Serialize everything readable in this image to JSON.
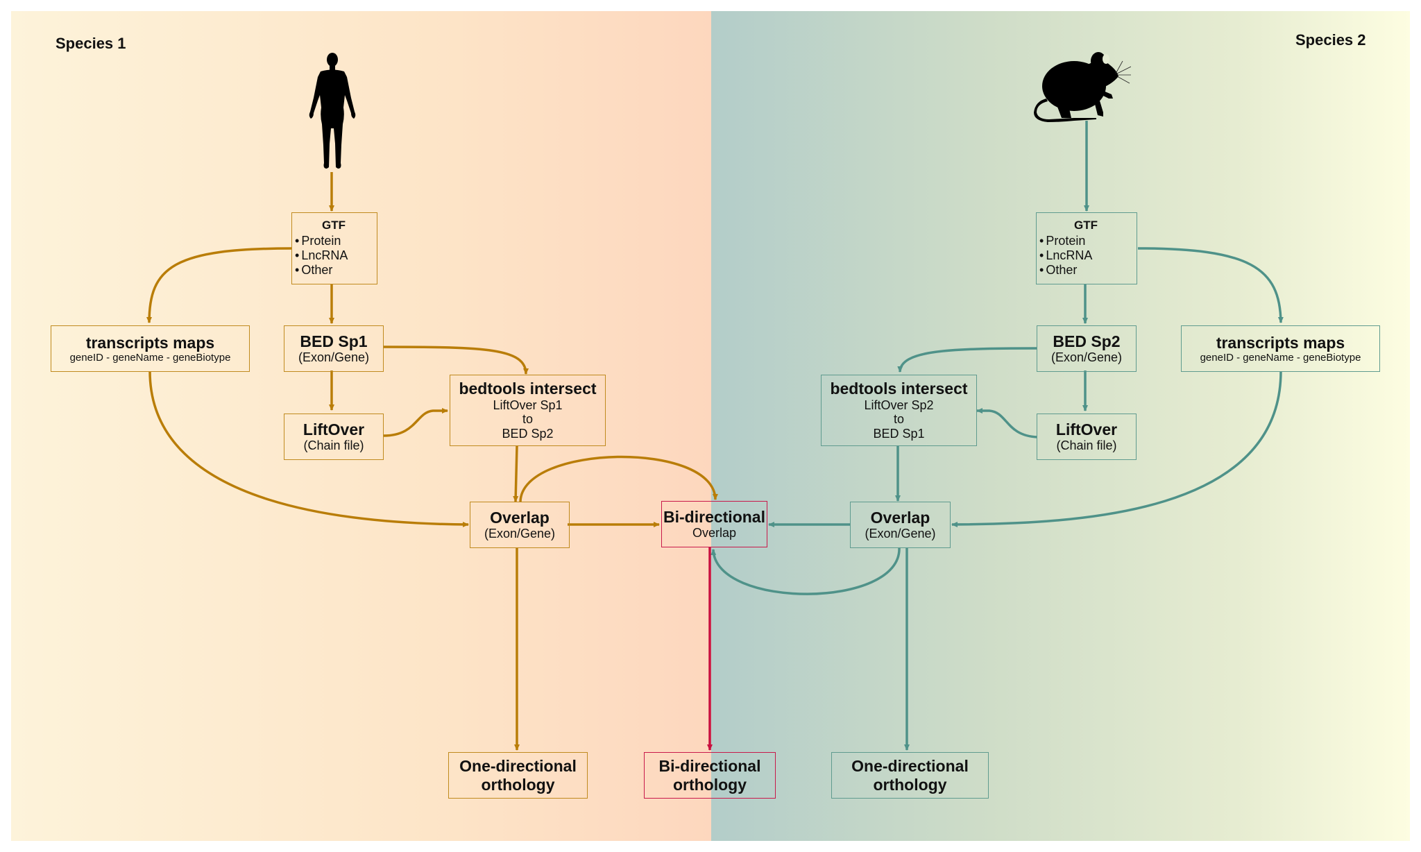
{
  "species": {
    "left_label": "Species 1",
    "right_label": "Species 2"
  },
  "colors": {
    "species1": "#b97d08",
    "species2": "#4f9289",
    "bidirectional": "#c8103f"
  },
  "icons": {
    "species1": "human-silhouette-icon",
    "species2": "mouse-silhouette-icon"
  },
  "sp1": {
    "gtf": {
      "title": "GTF",
      "items": [
        "Protein",
        "LncRNA",
        "Other"
      ]
    },
    "transcripts": {
      "title": "transcripts maps",
      "subtitle": "geneID - geneName - geneBiotype"
    },
    "bed": {
      "title": "BED Sp1",
      "subtitle": "(Exon/Gene)"
    },
    "liftover": {
      "title": "LiftOver",
      "subtitle": "(Chain file)"
    },
    "intersect": {
      "title": "bedtools intersect",
      "line1": "LiftOver Sp1",
      "line2": "to",
      "line3": "BED Sp2"
    },
    "overlap": {
      "title": "Overlap",
      "subtitle": "(Exon/Gene)"
    },
    "result": {
      "line1": "One-directional",
      "line2": "orthology"
    }
  },
  "sp2": {
    "gtf": {
      "title": "GTF",
      "items": [
        "Protein",
        "LncRNA",
        "Other"
      ]
    },
    "transcripts": {
      "title": "transcripts maps",
      "subtitle": "geneID - geneName - geneBiotype"
    },
    "bed": {
      "title": "BED Sp2",
      "subtitle": "(Exon/Gene)"
    },
    "liftover": {
      "title": "LiftOver",
      "subtitle": "(Chain file)"
    },
    "intersect": {
      "title": "bedtools intersect",
      "line1": "LiftOver Sp2",
      "line2": "to",
      "line3": "BED Sp1"
    },
    "overlap": {
      "title": "Overlap",
      "subtitle": "(Exon/Gene)"
    },
    "result": {
      "line1": "One-directional",
      "line2": "orthology"
    }
  },
  "bi": {
    "overlap": {
      "title": "Bi-directional",
      "subtitle": "Overlap"
    },
    "result": {
      "line1": "Bi-directional",
      "line2": "orthology"
    }
  }
}
